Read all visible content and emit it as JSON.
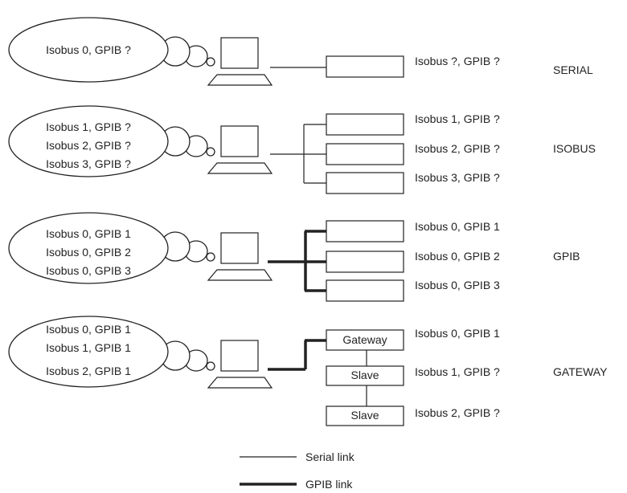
{
  "scenarios": [
    {
      "mode": "SERIAL",
      "bubble_lines": [
        "Isobus 0, GPIB ?"
      ],
      "device_labels": [
        "Isobus ?, GPIB ?"
      ],
      "device_box_labels": [
        ""
      ]
    },
    {
      "mode": "ISOBUS",
      "bubble_lines": [
        "Isobus 1, GPIB ?",
        "Isobus 2, GPIB ?",
        "Isobus 3, GPIB ?"
      ],
      "device_labels": [
        "Isobus 1, GPIB ?",
        "Isobus 2, GPIB ?",
        "Isobus 3, GPIB ?"
      ],
      "device_box_labels": [
        "",
        "",
        ""
      ]
    },
    {
      "mode": "GPIB",
      "bubble_lines": [
        "Isobus 0, GPIB 1",
        "Isobus 0, GPIB 2",
        "Isobus 0, GPIB 3"
      ],
      "device_labels": [
        "Isobus 0, GPIB 1",
        "Isobus 0, GPIB 2",
        "Isobus 0, GPIB 3"
      ],
      "device_box_labels": [
        "",
        "",
        ""
      ]
    },
    {
      "mode": "GATEWAY",
      "bubble_lines": [
        "Isobus 0, GPIB 1",
        "Isobus 1, GPIB 1",
        "Isobus 2, GPIB 1"
      ],
      "device_labels": [
        "Isobus 0, GPIB 1",
        "Isobus 1, GPIB ?",
        "Isobus 2, GPIB ?"
      ],
      "device_box_labels": [
        "Gateway",
        "Slave",
        "Slave"
      ]
    }
  ],
  "legend": {
    "serial_label": "Serial link",
    "gpib_label": "GPIB link"
  }
}
